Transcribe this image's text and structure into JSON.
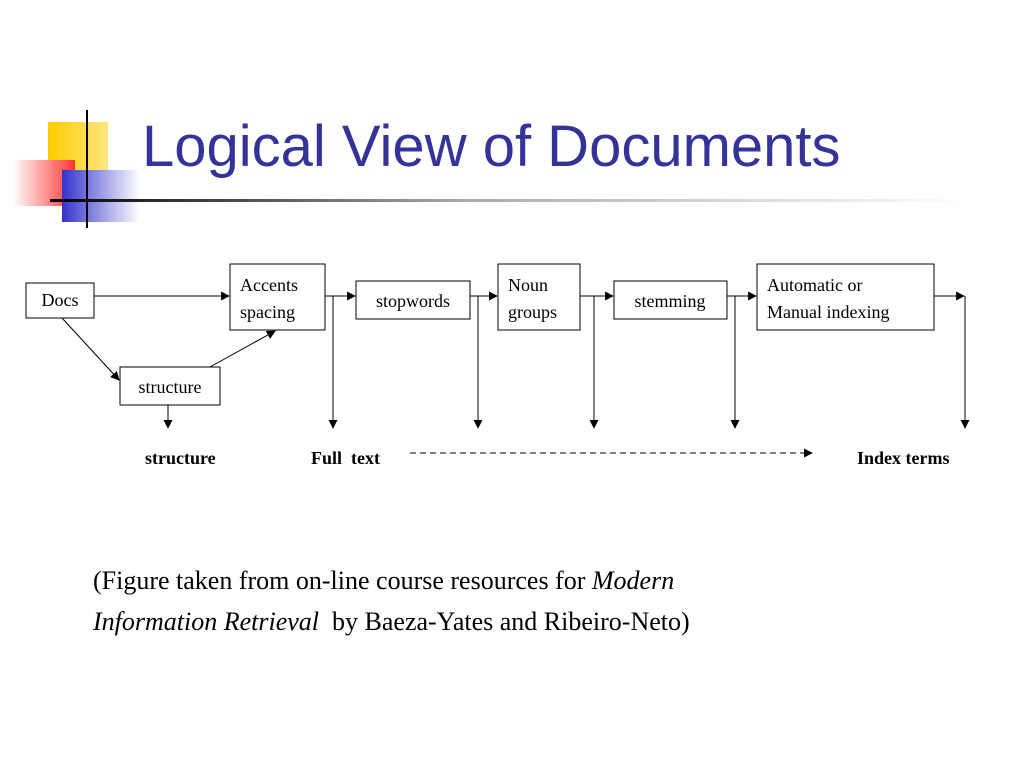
{
  "slide": {
    "title": "Logical View of Documents",
    "title_color": "#333399",
    "accent_colors": {
      "yellow": "#ffcc00",
      "red": "#ff3333",
      "blue": "#3333cc"
    }
  },
  "diagram": {
    "nodes": {
      "docs": [
        "Docs"
      ],
      "accents": [
        "Accents",
        "spacing"
      ],
      "stopwords": [
        "stopwords"
      ],
      "noun": [
        "Noun",
        "groups"
      ],
      "stemming": [
        "stemming"
      ],
      "indexing": [
        "Automatic or",
        "Manual indexing"
      ],
      "structure": [
        "structure"
      ]
    },
    "outputs": {
      "structure": "structure",
      "full_text": "Full  text",
      "index_terms": "Index terms"
    }
  },
  "caption": {
    "prefix": "(Figure taken from on-line course resources for ",
    "book_title_line1": "Modern",
    "book_title_line2": "Information Retrieval",
    "suffix": "  by Baeza-Yates and Ribeiro-Neto)"
  }
}
